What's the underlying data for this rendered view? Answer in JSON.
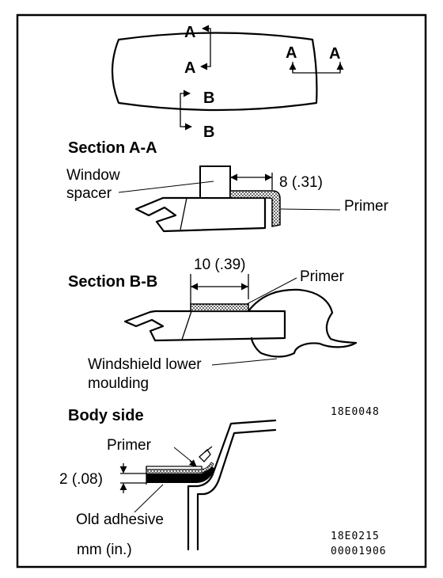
{
  "overview": {
    "label_a_top": "A",
    "label_a_bottom": "A",
    "label_a_right_1": "A",
    "label_a_right_2": "A",
    "label_b_top": "B",
    "label_b_bottom": "B"
  },
  "section_aa": {
    "title": "Section  A-A",
    "spacer_label_1": "Window",
    "spacer_label_2": "spacer",
    "dimension": "8 (.31)",
    "primer_label": "Primer"
  },
  "section_bb": {
    "title": "Section  B-B",
    "dimension": "10 (.39)",
    "primer_label": "Primer",
    "moulding_label_1": "Windshield lower",
    "moulding_label_2": "moulding"
  },
  "body_side": {
    "title": "Body side",
    "primer_label": "Primer",
    "dimension": "2 (.08)",
    "adhesive_label": "Old adhesive"
  },
  "footer": {
    "units": "mm (in.)",
    "code_1": "18E0048",
    "code_2": "18E0215",
    "code_3": "00001906"
  }
}
